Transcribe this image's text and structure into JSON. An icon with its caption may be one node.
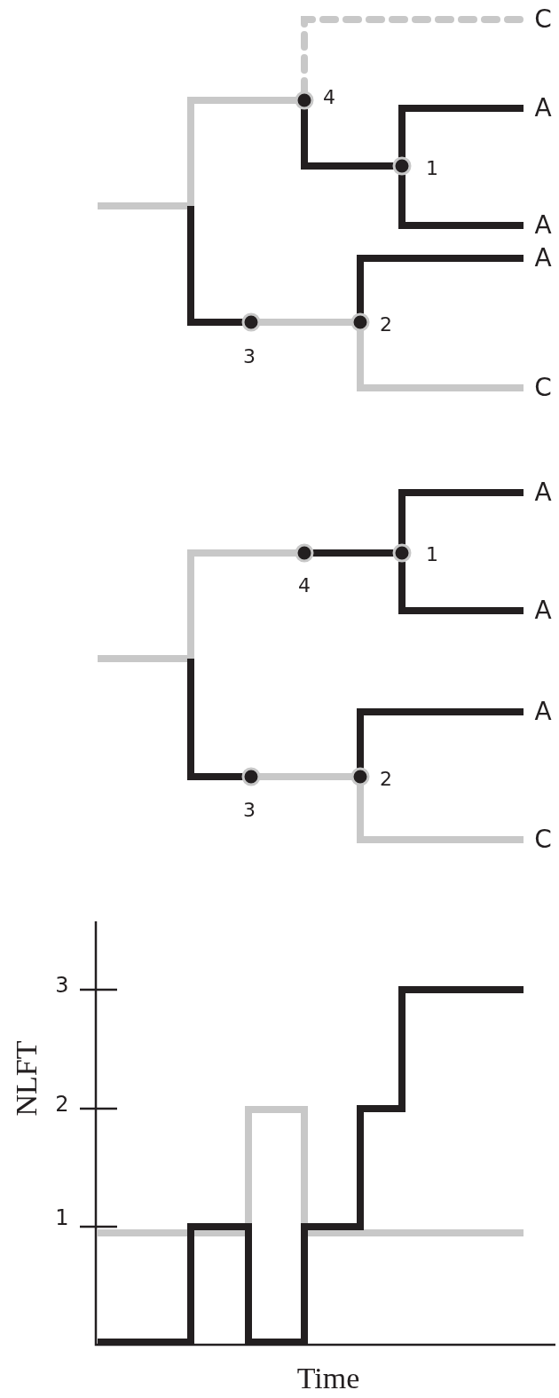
{
  "diagram": {
    "labels": [
      "C",
      "4",
      "A",
      "1",
      "A",
      "A",
      "2",
      "3",
      "C",
      "A",
      "4",
      "1",
      "A",
      "A",
      "2",
      "3",
      "C",
      "3",
      "2",
      "1",
      "NLFT",
      "Time"
    ]
  }
}
